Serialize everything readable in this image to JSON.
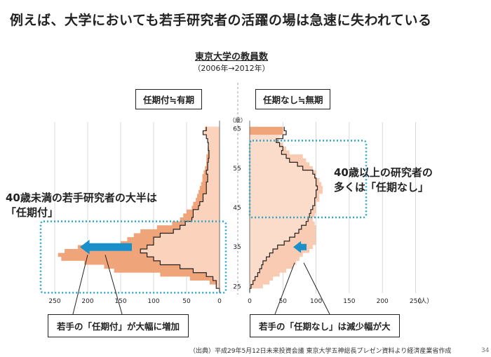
{
  "page": {
    "title": "例えば、大学においても若手研究者の活躍の場は急速に失われている",
    "source": "（出典）平成29年5月12日未来投資会議 東京大学五神総長プレゼン資料より経済産業省作成",
    "page_number": "34"
  },
  "labels": {
    "fixed_term": "任期付≒有期",
    "no_term": "任期なし≒無期",
    "callout_left_line1": "40歳未満の若手研究者の大半は",
    "callout_left_line2": "「任期付」",
    "callout_right_line1": "40歳以上の研究者の",
    "callout_right_line2": "多くは「任期なし」",
    "box_left": "若手の「任期付」が大幅に増加",
    "box_right": "若手の「任期なし」は減少幅が大"
  },
  "colors": {
    "fixed_2012_fill": "#f0a47a",
    "fixed_2006_fill": "#fbd6c1",
    "no_term_2012_fill": "#f8cbb2",
    "no_term_extra_fill": "#f0a47a",
    "outline_2006": "#222222",
    "arrow": "#1a8fc9",
    "dotted_frame": "#2ba6c8",
    "grid": "#c8c8c8"
  },
  "chart_data": {
    "type": "area",
    "title": "東京大学の教員数",
    "subtitle": "（2006年→2012年）",
    "ylabel": "（歳）",
    "xlabel": "（人）",
    "y_ticks": [
      25,
      35,
      45,
      55,
      65
    ],
    "ylim": [
      24,
      66
    ],
    "left_panel": {
      "name": "任期付≒有期",
      "x_ticks": [
        250,
        200,
        150,
        100,
        50,
        0
      ],
      "xlim": [
        0,
        265
      ]
    },
    "right_panel": {
      "name": "任期なし≒無期",
      "x_ticks": [
        0,
        50,
        100,
        150,
        200,
        250
      ],
      "xlim": [
        0,
        275
      ]
    },
    "ages": [
      24,
      25,
      26,
      27,
      28,
      29,
      30,
      31,
      32,
      33,
      34,
      35,
      36,
      37,
      38,
      39,
      40,
      41,
      42,
      43,
      44,
      45,
      46,
      47,
      48,
      49,
      50,
      51,
      52,
      53,
      54,
      55,
      56,
      57,
      58,
      59,
      60,
      61,
      62,
      63,
      64,
      65
    ],
    "series": [
      {
        "name": "任期付 2012年",
        "values": [
          0,
          5,
          15,
          45,
          90,
          160,
          175,
          205,
          240,
          245,
          235,
          215,
          150,
          140,
          130,
          120,
          95,
          72,
          60,
          55,
          50,
          42,
          40,
          36,
          34,
          32,
          30,
          28,
          26,
          26,
          24,
          22,
          20,
          20,
          20,
          18,
          18,
          16,
          15,
          20,
          25,
          22
        ]
      },
      {
        "name": "任期付 2006年",
        "values": [
          0,
          5,
          5,
          10,
          20,
          40,
          60,
          90,
          100,
          110,
          120,
          110,
          100,
          100,
          90,
          70,
          60,
          52,
          42,
          40,
          40,
          32,
          30,
          25,
          25,
          20,
          20,
          20,
          18,
          18,
          20,
          18,
          18,
          17,
          16,
          16,
          17,
          17,
          18,
          20,
          25,
          20
        ]
      },
      {
        "name": "任期なし 2012年",
        "values": [
          0,
          2,
          5,
          8,
          12,
          15,
          18,
          20,
          25,
          30,
          35,
          42,
          52,
          60,
          68,
          74,
          78,
          85,
          88,
          90,
          92,
          95,
          98,
          98,
          100,
          100,
          102,
          100,
          100,
          98,
          95,
          80,
          72,
          60,
          55,
          48,
          50,
          45,
          40,
          50,
          55,
          52
        ]
      },
      {
        "name": "任期なし 2006年",
        "values": [
          0,
          20,
          30,
          35,
          45,
          55,
          65,
          70,
          75,
          80,
          90,
          95,
          100,
          100,
          100,
          100,
          100,
          98,
          95,
          98,
          100,
          100,
          100,
          105,
          105,
          110,
          110,
          108,
          105,
          100,
          100,
          95,
          90,
          85,
          80,
          60,
          55,
          50,
          45,
          45,
          50,
          48
        ]
      }
    ]
  }
}
